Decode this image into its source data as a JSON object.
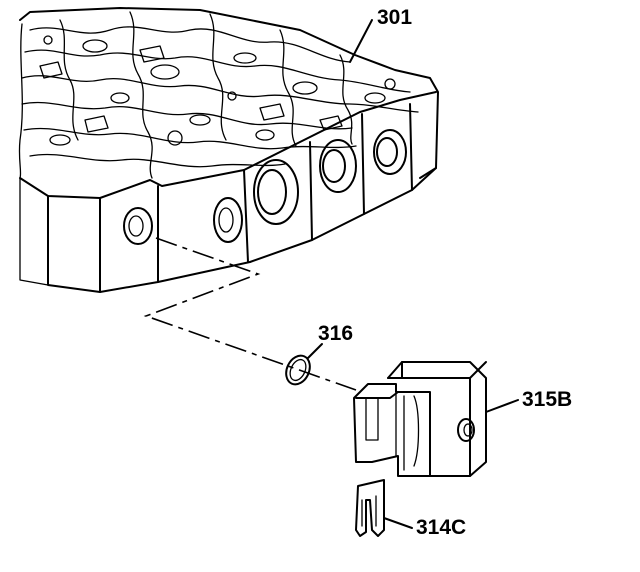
{
  "diagram": {
    "callouts": {
      "valve_body": "301",
      "o_ring": "316",
      "solenoid": "315B",
      "clip": "314C"
    },
    "colors": {
      "ink": "#000000",
      "paper": "#ffffff"
    }
  }
}
